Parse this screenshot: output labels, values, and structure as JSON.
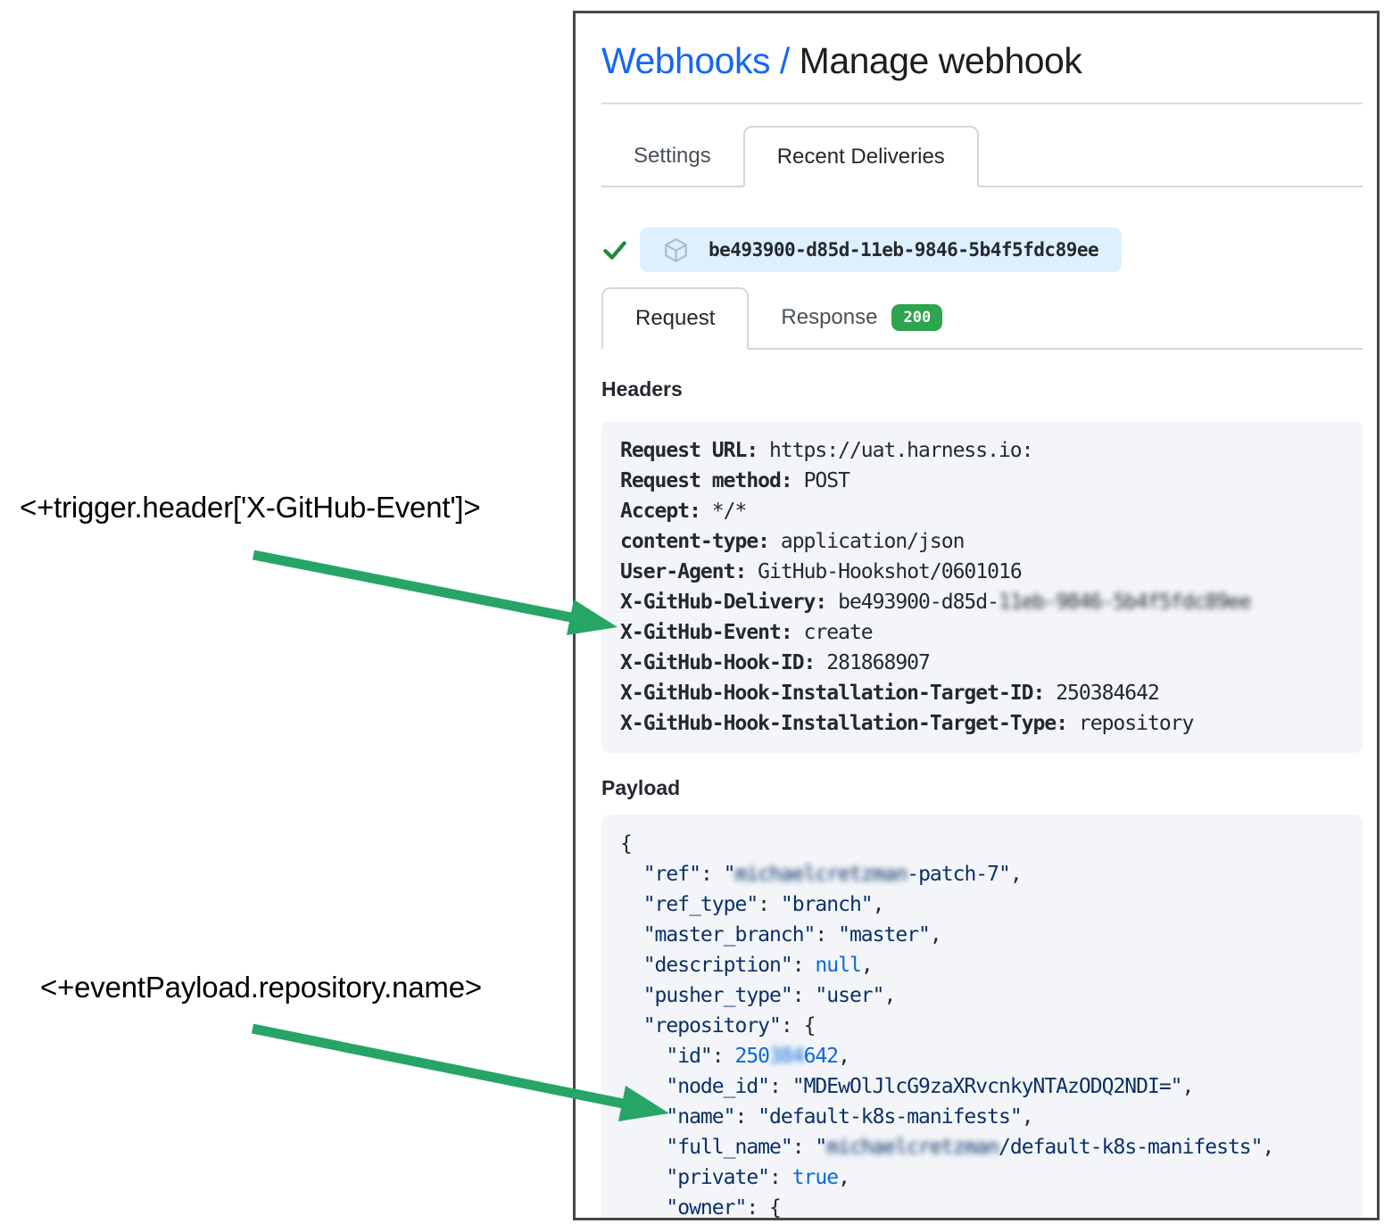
{
  "page": {
    "breadcrumb_link": "Webhooks /",
    "title": "Manage webhook"
  },
  "tabs": [
    {
      "label": "Settings"
    },
    {
      "label": "Recent Deliveries"
    }
  ],
  "delivery": {
    "guid": "be493900-d85d-11eb-9846-5b4f5fdc89ee"
  },
  "subtabs": {
    "request_label": "Request",
    "response_label": "Response",
    "response_status": "200"
  },
  "headers_section": {
    "title": "Headers",
    "lines": [
      [
        {
          "t": "Request URL:",
          "s": "b"
        },
        {
          "t": " https://uat.harness.io:",
          "s": "p"
        }
      ],
      [
        {
          "t": "Request method:",
          "s": "b"
        },
        {
          "t": " POST",
          "s": "p"
        }
      ],
      [
        {
          "t": "Accept:",
          "s": "b"
        },
        {
          "t": " */*",
          "s": "p"
        }
      ],
      [
        {
          "t": "content-type:",
          "s": "b"
        },
        {
          "t": " application/json",
          "s": "p"
        }
      ],
      [
        {
          "t": "User-Agent:",
          "s": "b"
        },
        {
          "t": " GitHub-Hookshot/0601016",
          "s": "p"
        }
      ],
      [
        {
          "t": "X-GitHub-Delivery:",
          "s": "b"
        },
        {
          "t": " be493900-d85d-",
          "s": "p"
        },
        {
          "t": "11eb-9846-5b4f5fdc89ee",
          "s": "p blur"
        }
      ],
      [
        {
          "t": "X-GitHub-Event:",
          "s": "b"
        },
        {
          "t": " create",
          "s": "p"
        }
      ],
      [
        {
          "t": "X-GitHub-Hook-ID:",
          "s": "b"
        },
        {
          "t": " 281868907",
          "s": "p"
        }
      ],
      [
        {
          "t": "X-GitHub-Hook-Installation-Target-ID:",
          "s": "b"
        },
        {
          "t": " 250384642",
          "s": "p"
        }
      ],
      [
        {
          "t": "X-GitHub-Hook-Installation-Target-Type:",
          "s": "b"
        },
        {
          "t": " repository",
          "s": "p"
        }
      ]
    ]
  },
  "payload_section": {
    "title": "Payload",
    "lines": [
      [
        {
          "t": "{",
          "s": "p"
        }
      ],
      [
        {
          "t": "  \"ref\"",
          "s": "k"
        },
        {
          "t": ": ",
          "s": "p"
        },
        {
          "t": "\"",
          "s": "k"
        },
        {
          "t": "michaelcretzman",
          "s": "k blur"
        },
        {
          "t": "-patch-7\"",
          "s": "k"
        },
        {
          "t": ",",
          "s": "p"
        }
      ],
      [
        {
          "t": "  \"ref_type\"",
          "s": "k"
        },
        {
          "t": ": ",
          "s": "p"
        },
        {
          "t": "\"branch\"",
          "s": "k"
        },
        {
          "t": ",",
          "s": "p"
        }
      ],
      [
        {
          "t": "  \"master_branch\"",
          "s": "k"
        },
        {
          "t": ": ",
          "s": "p"
        },
        {
          "t": "\"master\"",
          "s": "k"
        },
        {
          "t": ",",
          "s": "p"
        }
      ],
      [
        {
          "t": "  \"description\"",
          "s": "k"
        },
        {
          "t": ": ",
          "s": "p"
        },
        {
          "t": "null",
          "s": "l"
        },
        {
          "t": ",",
          "s": "p"
        }
      ],
      [
        {
          "t": "  \"pusher_type\"",
          "s": "k"
        },
        {
          "t": ": ",
          "s": "p"
        },
        {
          "t": "\"user\"",
          "s": "k"
        },
        {
          "t": ",",
          "s": "p"
        }
      ],
      [
        {
          "t": "  \"repository\"",
          "s": "k"
        },
        {
          "t": ": {",
          "s": "p"
        }
      ],
      [
        {
          "t": "    \"id\"",
          "s": "k"
        },
        {
          "t": ": ",
          "s": "p"
        },
        {
          "t": "250",
          "s": "l"
        },
        {
          "t": "384",
          "s": "l blur"
        },
        {
          "t": "642",
          "s": "l"
        },
        {
          "t": ",",
          "s": "p"
        }
      ],
      [
        {
          "t": "    \"node_id\"",
          "s": "k"
        },
        {
          "t": ": ",
          "s": "p"
        },
        {
          "t": "\"MDEwOlJlcG9zaXRvcnkyNTAzODQ2NDI=\"",
          "s": "k"
        },
        {
          "t": ",",
          "s": "p"
        }
      ],
      [
        {
          "t": "    \"name\"",
          "s": "k"
        },
        {
          "t": ": ",
          "s": "p"
        },
        {
          "t": "\"default-k8s-manifests\"",
          "s": "k"
        },
        {
          "t": ",",
          "s": "p"
        }
      ],
      [
        {
          "t": "    \"full_name\"",
          "s": "k"
        },
        {
          "t": ": ",
          "s": "p"
        },
        {
          "t": "\"",
          "s": "k"
        },
        {
          "t": "michaelcretzman",
          "s": "k blur"
        },
        {
          "t": "/default-k8s-manifests\"",
          "s": "k"
        },
        {
          "t": ",",
          "s": "p"
        }
      ],
      [
        {
          "t": "    \"private\"",
          "s": "k"
        },
        {
          "t": ": ",
          "s": "p"
        },
        {
          "t": "true",
          "s": "l"
        },
        {
          "t": ",",
          "s": "p"
        }
      ],
      [
        {
          "t": "    \"owner\"",
          "s": "k"
        },
        {
          "t": ": {",
          "s": "p"
        }
      ]
    ]
  },
  "annotations": {
    "header_expression": "<+trigger.header['X-GitHub-Event']>",
    "payload_expression": "<+eventPayload.repository.name>"
  },
  "icons": {
    "status": "check-icon",
    "delivery": "package-icon"
  },
  "colors": {
    "link_blue": "#1667f2",
    "arrow_green": "#27a567",
    "badge_green": "#2da44e",
    "check_green": "#1f883d",
    "pill_blue_bg": "#ddf0ff",
    "code_bg": "#f3f5f8",
    "json_key_navy": "#0a3069",
    "json_literal_blue": "#0969da"
  }
}
